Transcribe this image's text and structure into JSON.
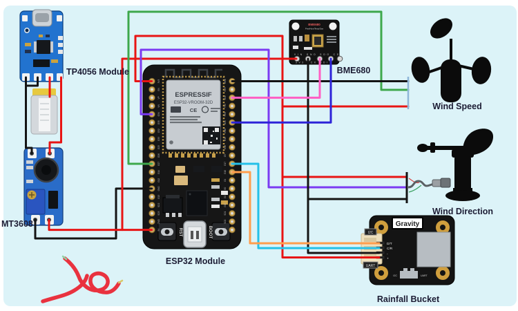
{
  "labels": {
    "tp4056": "TP4056 Module",
    "mt3608": "MT3608",
    "esp32": "ESP32 Module",
    "bme680": "BME680",
    "wind_speed": "Wind Speed",
    "wind_direction": "Wind Direction",
    "rainfall": "Rainfall Bucket"
  },
  "esp32": {
    "brand": "ESPRESSIF",
    "model": "ESP32-VROOM-32D",
    "ce_mark": "CE",
    "rst": "RST",
    "boot": "BOOT",
    "left_pins": [
      "3V3",
      "EN",
      "VP",
      "VN",
      "G34",
      "G35",
      "G32",
      "G33",
      "G25",
      "G26",
      "G27",
      "G14",
      "G12",
      "GND",
      "G13",
      "SD2",
      "SD3",
      "CMD",
      "5V"
    ],
    "right_pins": [
      "GND",
      "G23",
      "G22",
      "TX0",
      "RX0",
      "G21",
      "GND",
      "G19",
      "G18",
      "G5",
      "G17",
      "G16",
      "G4",
      "G0",
      "G2",
      "G15",
      "SD1",
      "SD0",
      "CLK"
    ]
  },
  "bme680": {
    "title": "BME680",
    "subtitle": "Pres/Hum/Temp/Gas",
    "pin_row_top": "VIN GND SDO CS",
    "pin_row_bottom": "3V3 SCK SDI"
  },
  "rainfall": {
    "brand": "Gravity",
    "pins": [
      "D/T",
      "C/R",
      "-",
      "+"
    ],
    "side_top": "I2C",
    "side_bottom": "UART",
    "switch_left": "I2C",
    "switch_right": "UART"
  },
  "colors": {
    "panel": "#dcf3f8",
    "wire_red": "#e81414",
    "wire_black": "#141414",
    "wire_green": "#3ea84c",
    "wire_purple": "#7b3bf2",
    "wire_blue": "#2d23d8",
    "wire_pink": "#ff5fc4",
    "wire_cyan": "#25c0e8",
    "wire_orange": "#ff9d4d",
    "bracket_blue": "#8fb6d9",
    "cable_gray": "#5a5f63"
  }
}
